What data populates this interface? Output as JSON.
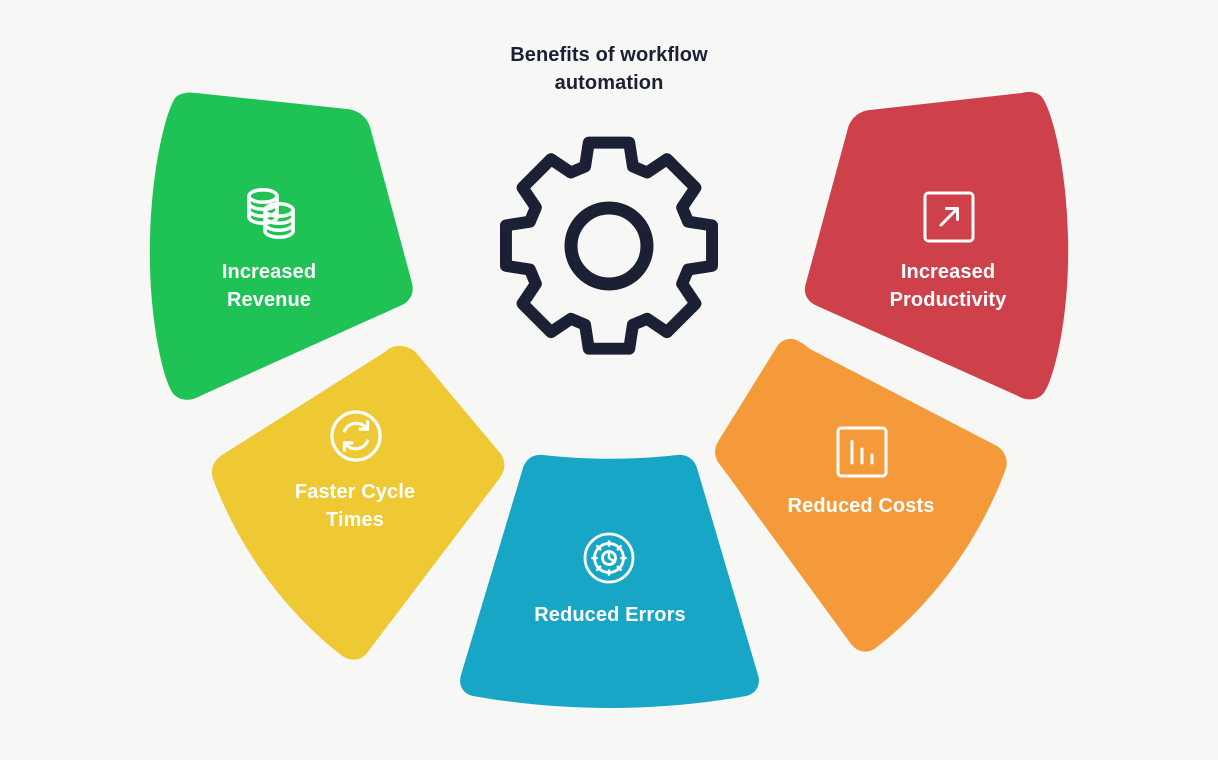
{
  "title": "Benefits of workflow\nautomation",
  "background_color": "#f7f7f6",
  "center": {
    "icon": "gear-icon",
    "icon_color": "#1b2035",
    "teeth": 8
  },
  "segments": [
    {
      "id": "increased-revenue",
      "label_line1": "Increased",
      "label_line2": "Revenue",
      "color": "#1fc255",
      "icon": "coins-stack-icon",
      "position": "top-left"
    },
    {
      "id": "faster-cycle-times",
      "label_line1": "Faster Cycle",
      "label_line2": "Times",
      "color": "#efc933",
      "icon": "refresh-circle-icon",
      "position": "bottom-left"
    },
    {
      "id": "reduced-errors",
      "label_line1": "Reduced Errors",
      "label_line2": "",
      "color": "#17a6c6",
      "icon": "gear-circle-icon",
      "position": "bottom-center"
    },
    {
      "id": "reduced-costs",
      "label_line1": "Reduced Costs",
      "label_line2": "",
      "color": "#f59a3a",
      "icon": "bar-chart-box-icon",
      "position": "bottom-right"
    },
    {
      "id": "increased-productivity",
      "label_line1": "Increased",
      "label_line2": "Productivity",
      "color": "#ce414a",
      "icon": "arrow-up-right-box-icon",
      "position": "top-right"
    }
  ],
  "chart_data": {
    "type": "pie",
    "title": "Benefits of workflow automation",
    "categories": [
      "Increased Revenue",
      "Faster Cycle Times",
      "Reduced Errors",
      "Reduced Costs",
      "Increased Productivity"
    ],
    "values": [
      20,
      20,
      20,
      20,
      20
    ],
    "colors": [
      "#1fc255",
      "#efc933",
      "#17a6c6",
      "#f59a3a",
      "#ce414a"
    ],
    "legend": "none",
    "grid": false,
    "notes": "Five equal radial petals arranged in a fan around a central gear hub; no numeric values shown."
  }
}
